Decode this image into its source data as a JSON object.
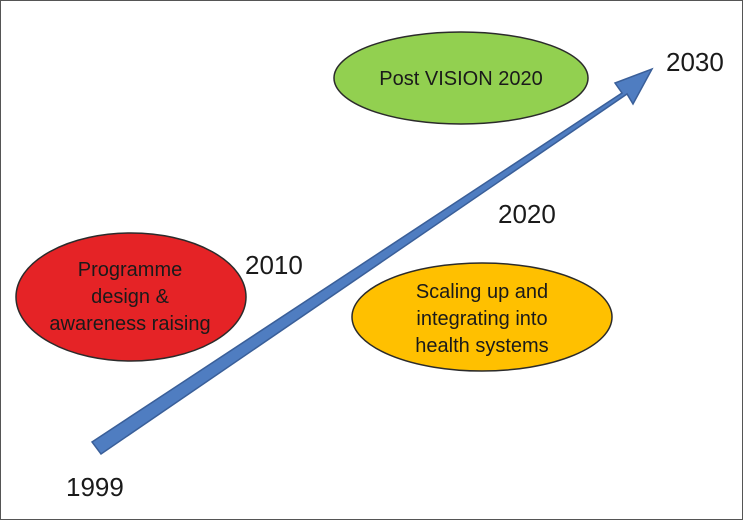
{
  "colors": {
    "arrow": "#4F7DC1",
    "arrow_stroke": "#3A5F99",
    "phase_red": "#E52326",
    "phase_yellow": "#FFC000",
    "phase_green": "#92D050",
    "ellipse_stroke": "#2b2b2b"
  },
  "timeline": {
    "start_year": "1999",
    "milestones": [
      "2010",
      "2020"
    ],
    "end_year": "2030"
  },
  "phases": [
    {
      "lines": [
        "Programme",
        "design &",
        "awareness raising"
      ],
      "color": "red"
    },
    {
      "lines": [
        "Scaling up and",
        "integrating into",
        "health systems"
      ],
      "color": "yellow"
    },
    {
      "lines": [
        "Post VISION 2020"
      ],
      "color": "green"
    }
  ]
}
